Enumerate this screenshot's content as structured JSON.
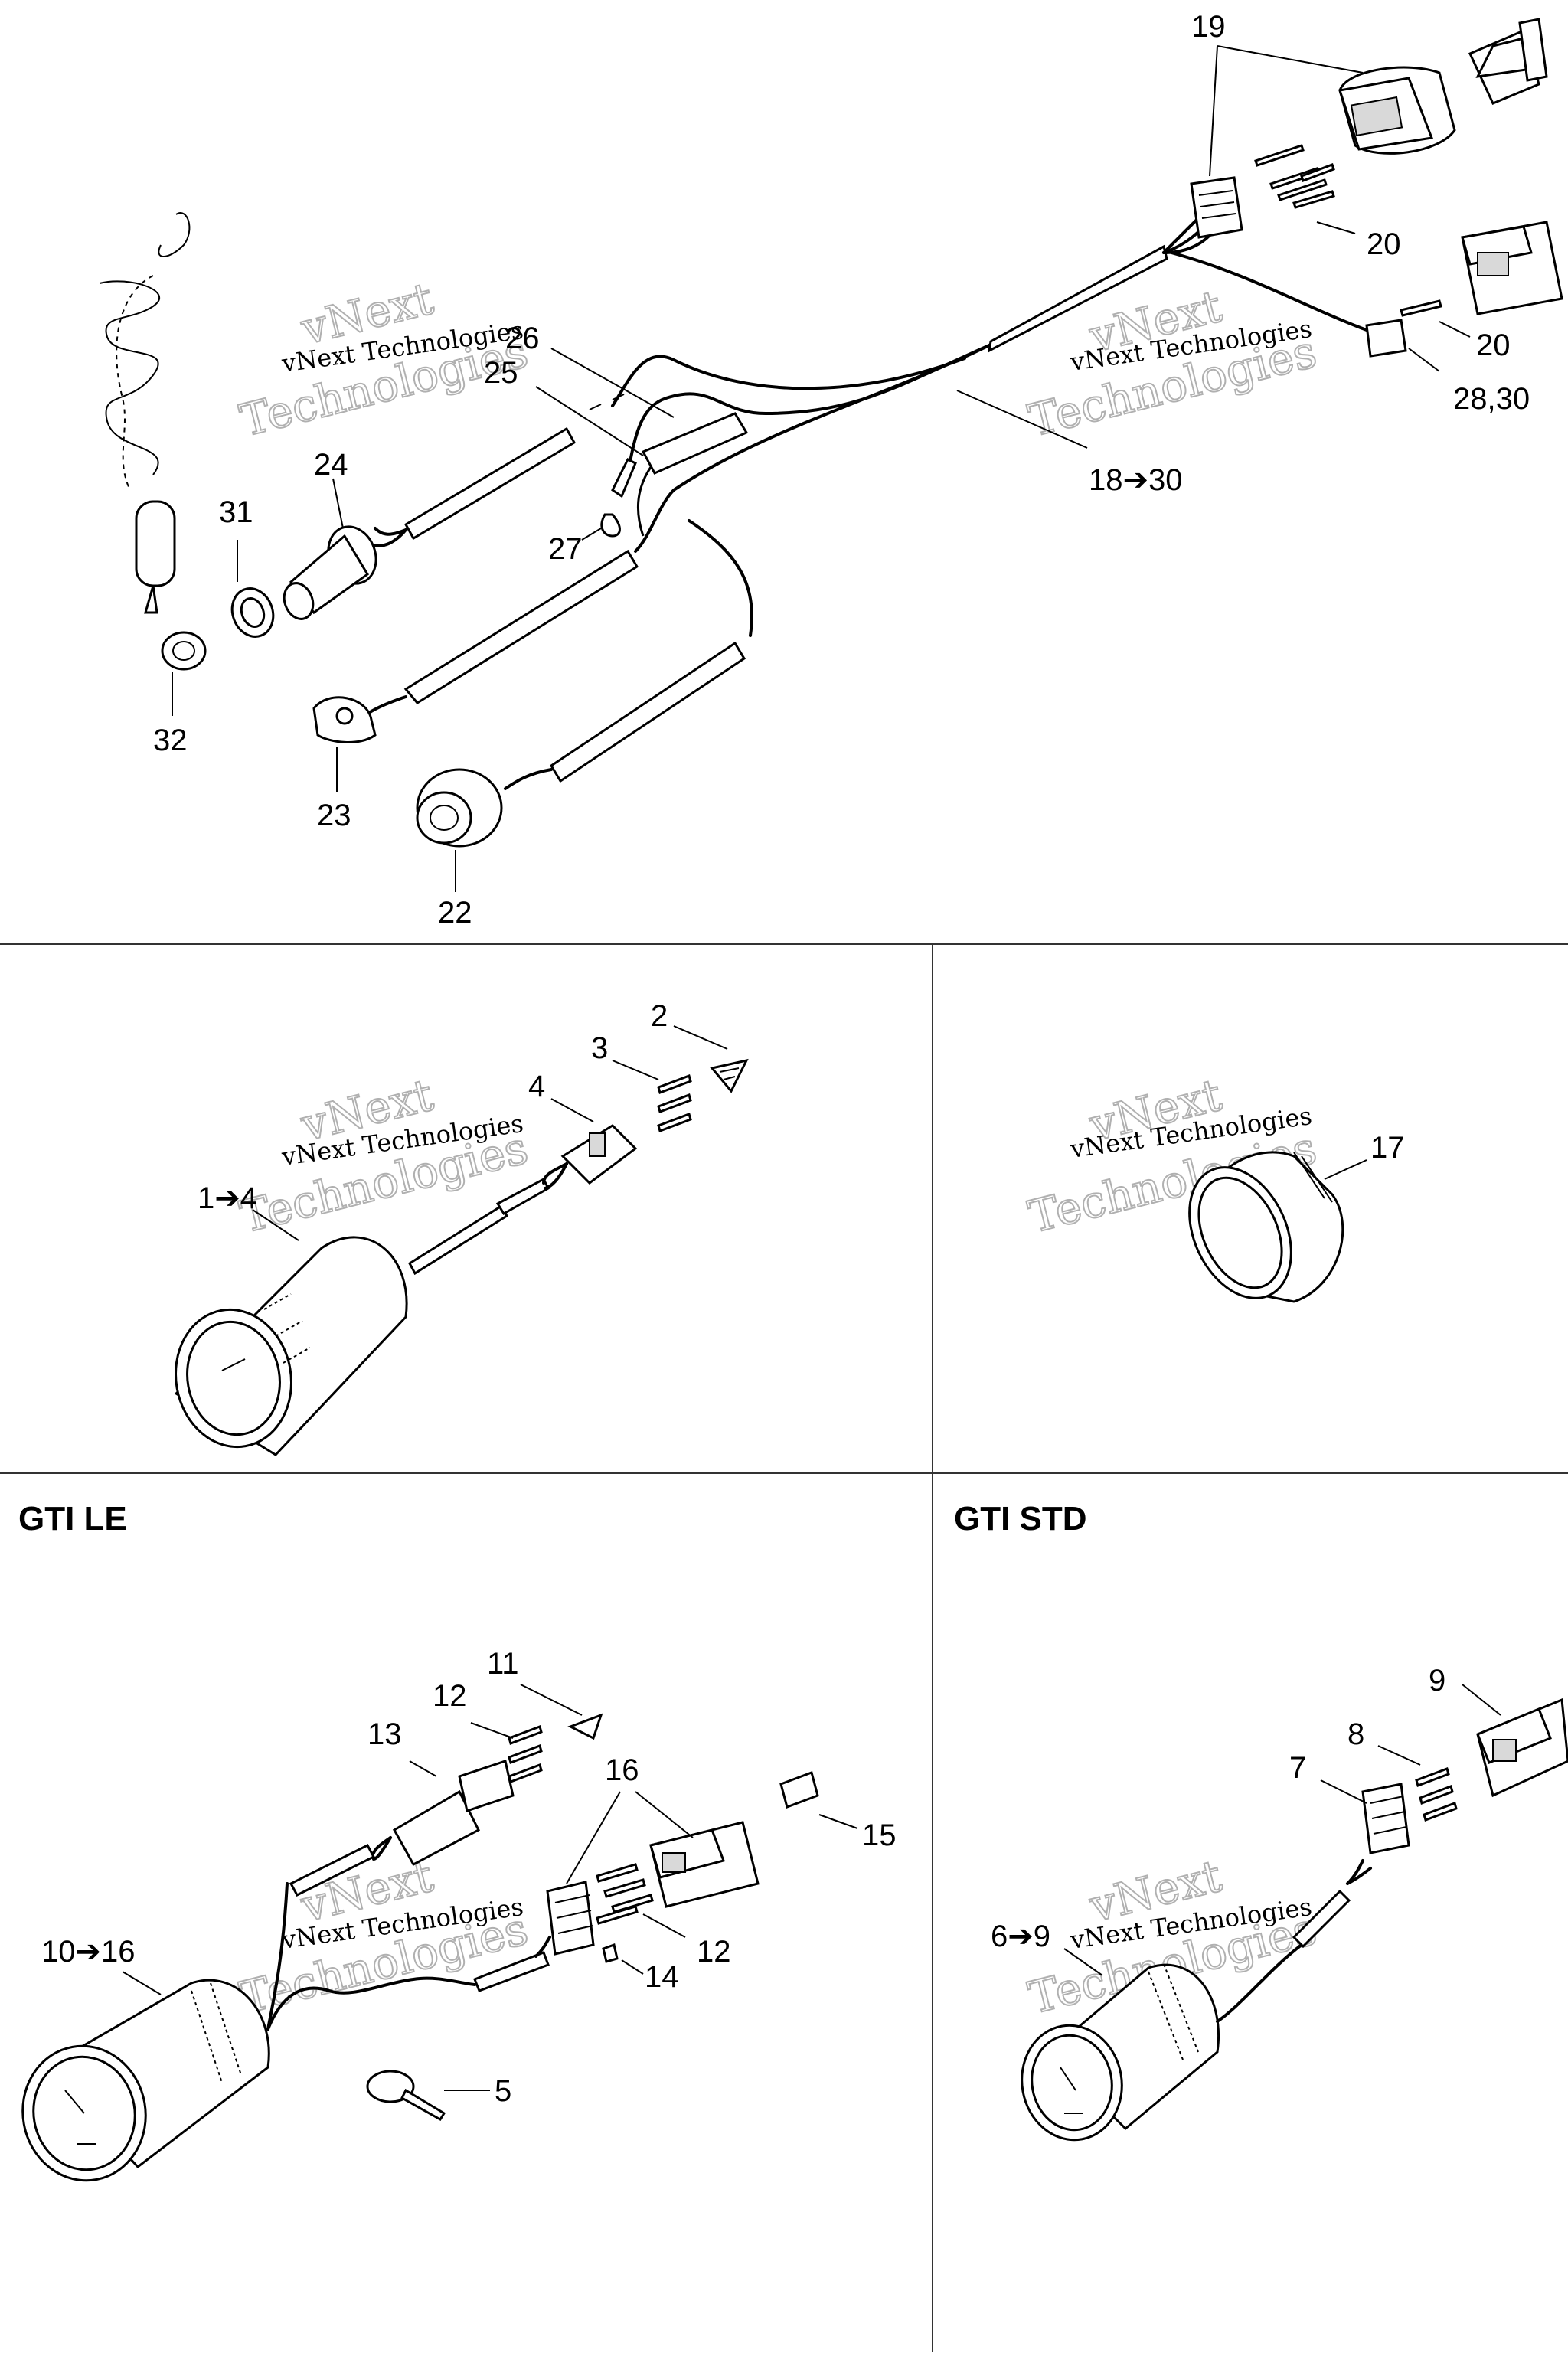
{
  "watermark": {
    "line1": "vNext",
    "line2": "vNext Technologies",
    "line3": "Technologies"
  },
  "sections": {
    "gti_le": "GTI LE",
    "gti_std": "GTI STD"
  },
  "callouts": {
    "c1_4": "1➔4",
    "c2": "2",
    "c3": "3",
    "c4": "4",
    "c5": "5",
    "c6_9": "6➔9",
    "c7": "7",
    "c8": "8",
    "c9": "9",
    "c10_16": "10➔16",
    "c11": "11",
    "c12a": "12",
    "c12b": "12",
    "c13": "13",
    "c14": "14",
    "c15": "15",
    "c16": "16",
    "c17": "17",
    "c18_30": "18➔30",
    "c19": "19",
    "c20a": "20",
    "c20b": "20",
    "c22": "22",
    "c23": "23",
    "c24": "24",
    "c25": "25",
    "c26": "26",
    "c27": "27",
    "c28_30": "28,30",
    "c31": "31",
    "c32": "32"
  }
}
